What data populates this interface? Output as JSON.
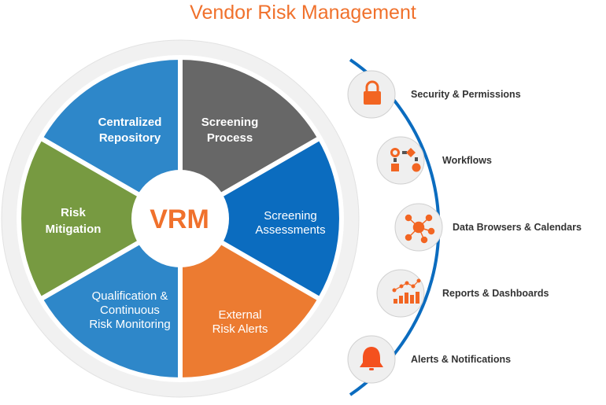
{
  "title": "Vendor Risk Management",
  "wheel": {
    "center_label": "VRM",
    "segments": [
      {
        "line1": "Centralized",
        "line2": "Repository",
        "color": "#2e87c9"
      },
      {
        "line1": "Screening",
        "line2": "Process",
        "color": "#676767"
      },
      {
        "line1": "Screening",
        "line2": "Assessments",
        "color": "#0b6cbf"
      },
      {
        "line1": "External",
        "line2": "Risk Alerts",
        "color": "#ec7b31"
      },
      {
        "line1": "Qualification &",
        "line2": "Continuous",
        "line3": "Risk Monitoring",
        "color": "#2e87c9"
      },
      {
        "line1": "Risk",
        "line2": "Mitigation",
        "color": "#779a41"
      }
    ]
  },
  "features": [
    {
      "label": "Security & Permissions",
      "icon": "lock-icon"
    },
    {
      "label": "Workflows",
      "icon": "workflow-icon"
    },
    {
      "label": "Data Browsers & Calendars",
      "icon": "network-icon"
    },
    {
      "label": "Reports & Dashboards",
      "icon": "chart-icon"
    },
    {
      "label": "Alerts & Notifications",
      "icon": "bell-icon"
    }
  ],
  "colors": {
    "accent": "#f0712c",
    "arc": "#0b6cbf"
  }
}
